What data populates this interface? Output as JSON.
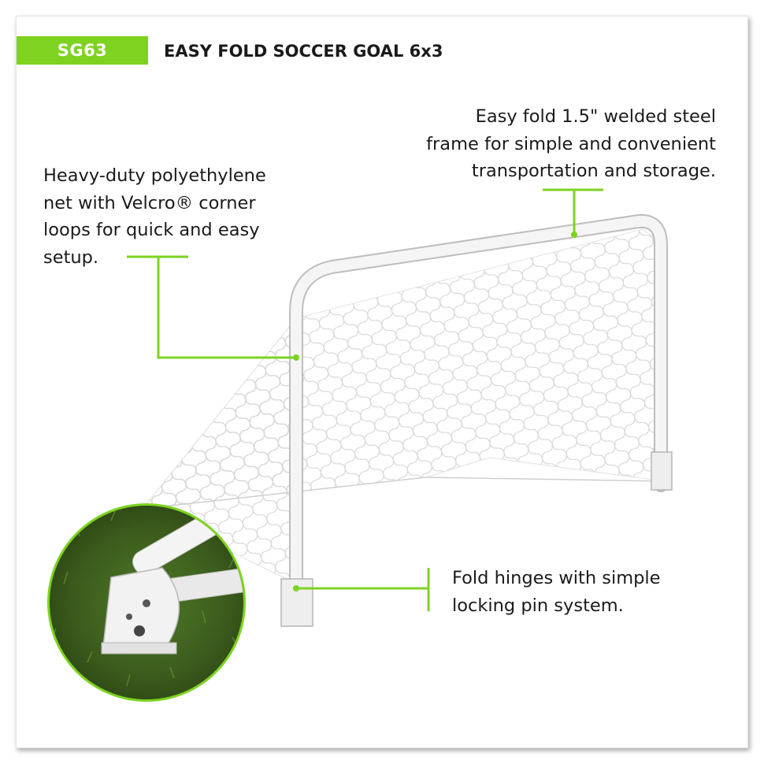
{
  "header": {
    "badge": "SG63",
    "title": "EASY FOLD SOCCER GOAL 6x3"
  },
  "callouts": {
    "net": "Heavy-duty polyethylene\nnet with Velcro® corner\nloops for quick and easy\nsetup.",
    "frame": "Easy fold 1.5\" welded steel\nframe for simple and convenient\ntransportation and storage.",
    "hinge": "Fold hinges with simple\nlocking pin system."
  },
  "colors": {
    "accent": "#7ed321",
    "frame": "#f2f2f2",
    "grass": "#3e5f1f"
  }
}
